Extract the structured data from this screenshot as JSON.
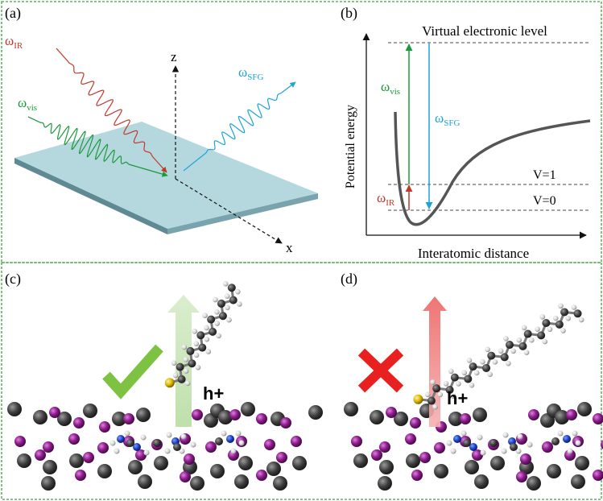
{
  "panels": {
    "a": {
      "label": "(a)",
      "omega": "ω",
      "ir_sub": "IR",
      "vis_sub": "vis",
      "sfg_sub": "SFG",
      "z_label": "z",
      "x_label": "x"
    },
    "b": {
      "label": "(b)",
      "virtual_level": "Virtual electronic level",
      "y_label": "Potential energy",
      "x_label": "Interatomic distance",
      "v1": "V=1",
      "v0": "V=0",
      "omega": "ω",
      "ir_sub": "IR",
      "vis_sub": "vis",
      "sfg_sub": "SFG"
    },
    "c": {
      "label": "(c)",
      "hplus": "h+"
    },
    "d": {
      "label": "(d)",
      "hplus": "h+"
    }
  },
  "colors": {
    "ir": "#c0392b",
    "vis": "#1a9a3a",
    "sfg": "#1ca3d8",
    "border": "#3aa53a",
    "slab": "#a9cfd6",
    "check": "#7dc242",
    "cross": "#e8201f"
  }
}
